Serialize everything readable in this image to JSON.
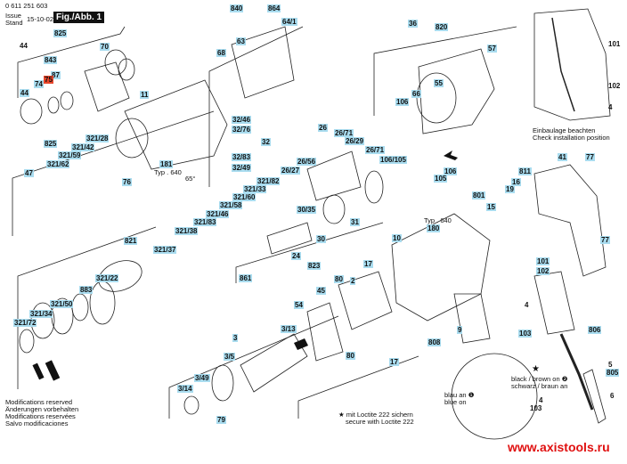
{
  "header": {
    "part_number": "0 611 251 603",
    "issue_label": "Issue",
    "stand_label": "Stand",
    "date": "15-10-02",
    "figure": "Fig./Abb. 1"
  },
  "labels": [
    {
      "text": "825",
      "kind": "blue"
    },
    {
      "text": "843",
      "kind": "blue"
    },
    {
      "text": "70",
      "kind": "blue"
    },
    {
      "text": "44",
      "kind": "plain"
    },
    {
      "text": "87",
      "kind": "blue"
    },
    {
      "text": "75",
      "kind": "red"
    },
    {
      "text": "74",
      "kind": "blue"
    },
    {
      "text": "44",
      "kind": "blue"
    },
    {
      "text": "11",
      "kind": "blue"
    },
    {
      "text": "840",
      "kind": "blue"
    },
    {
      "text": "864",
      "kind": "blue"
    },
    {
      "text": "64/1",
      "kind": "blue"
    },
    {
      "text": "63",
      "kind": "blue"
    },
    {
      "text": "68",
      "kind": "blue"
    },
    {
      "text": "825",
      "kind": "blue"
    },
    {
      "text": "321/28",
      "kind": "blue"
    },
    {
      "text": "321/42",
      "kind": "blue"
    },
    {
      "text": "321/59",
      "kind": "blue"
    },
    {
      "text": "321/62",
      "kind": "blue"
    },
    {
      "text": "47",
      "kind": "blue"
    },
    {
      "text": "181",
      "kind": "blue"
    },
    {
      "text": "Typ . 640",
      "kind": "text"
    },
    {
      "text": "76",
      "kind": "blue"
    },
    {
      "text": "65°",
      "kind": "text"
    },
    {
      "text": "32/46",
      "kind": "blue"
    },
    {
      "text": "32/76",
      "kind": "blue"
    },
    {
      "text": "32",
      "kind": "blue"
    },
    {
      "text": "32/83",
      "kind": "blue"
    },
    {
      "text": "32/49",
      "kind": "blue"
    },
    {
      "text": "26",
      "kind": "blue"
    },
    {
      "text": "26/71",
      "kind": "blue"
    },
    {
      "text": "26/29",
      "kind": "blue"
    },
    {
      "text": "26/71",
      "kind": "blue"
    },
    {
      "text": "26/56",
      "kind": "blue"
    },
    {
      "text": "26/27",
      "kind": "blue"
    },
    {
      "text": "321/82",
      "kind": "blue"
    },
    {
      "text": "321/33",
      "kind": "blue"
    },
    {
      "text": "321/60",
      "kind": "blue"
    },
    {
      "text": "321/58",
      "kind": "blue"
    },
    {
      "text": "321/46",
      "kind": "blue"
    },
    {
      "text": "321/83",
      "kind": "blue"
    },
    {
      "text": "321/38",
      "kind": "blue"
    },
    {
      "text": "30/35",
      "kind": "blue"
    },
    {
      "text": "31",
      "kind": "blue"
    },
    {
      "text": "30",
      "kind": "blue"
    },
    {
      "text": "24",
      "kind": "blue"
    },
    {
      "text": "823",
      "kind": "blue"
    },
    {
      "text": "861",
      "kind": "blue"
    },
    {
      "text": "36",
      "kind": "blue"
    },
    {
      "text": "820",
      "kind": "blue"
    },
    {
      "text": "57",
      "kind": "blue"
    },
    {
      "text": "55",
      "kind": "blue"
    },
    {
      "text": "66",
      "kind": "blue"
    },
    {
      "text": "106",
      "kind": "blue"
    },
    {
      "text": "106/105",
      "kind": "blue"
    },
    {
      "text": "106",
      "kind": "blue"
    },
    {
      "text": "105",
      "kind": "blue"
    },
    {
      "text": "101",
      "kind": "plain"
    },
    {
      "text": "102",
      "kind": "plain"
    },
    {
      "text": "4",
      "kind": "plain"
    },
    {
      "text": "811",
      "kind": "blue"
    },
    {
      "text": "41",
      "kind": "blue"
    },
    {
      "text": "77",
      "kind": "blue"
    },
    {
      "text": "16",
      "kind": "blue"
    },
    {
      "text": "19",
      "kind": "blue"
    },
    {
      "text": "15",
      "kind": "blue"
    },
    {
      "text": "801",
      "kind": "blue"
    },
    {
      "text": "77",
      "kind": "blue"
    },
    {
      "text": "Typ . 640",
      "kind": "text"
    },
    {
      "text": "180",
      "kind": "blue"
    },
    {
      "text": "10",
      "kind": "blue"
    },
    {
      "text": "821",
      "kind": "blue"
    },
    {
      "text": "321/37",
      "kind": "blue"
    },
    {
      "text": "321/22",
      "kind": "blue"
    },
    {
      "text": "883",
      "kind": "blue"
    },
    {
      "text": "321/50",
      "kind": "blue"
    },
    {
      "text": "321/34",
      "kind": "blue"
    },
    {
      "text": "321/72",
      "kind": "blue"
    },
    {
      "text": "17",
      "kind": "blue"
    },
    {
      "text": "80",
      "kind": "blue"
    },
    {
      "text": "2",
      "kind": "blue"
    },
    {
      "text": "45",
      "kind": "blue"
    },
    {
      "text": "54",
      "kind": "blue"
    },
    {
      "text": "3/13",
      "kind": "blue"
    },
    {
      "text": "3",
      "kind": "blue"
    },
    {
      "text": "3/5",
      "kind": "blue"
    },
    {
      "text": "3/49",
      "kind": "blue"
    },
    {
      "text": "3/14",
      "kind": "blue"
    },
    {
      "text": "79",
      "kind": "blue"
    },
    {
      "text": "80",
      "kind": "blue"
    },
    {
      "text": "17",
      "kind": "blue"
    },
    {
      "text": "808",
      "kind": "blue"
    },
    {
      "text": "9",
      "kind": "blue"
    },
    {
      "text": "101",
      "kind": "blue"
    },
    {
      "text": "102",
      "kind": "blue"
    },
    {
      "text": "4",
      "kind": "plain"
    },
    {
      "text": "103",
      "kind": "blue"
    },
    {
      "text": "806",
      "kind": "blue"
    },
    {
      "text": "5",
      "kind": "plain"
    },
    {
      "text": "805",
      "kind": "blue"
    },
    {
      "text": "6",
      "kind": "plain"
    },
    {
      "text": "4",
      "kind": "plain"
    },
    {
      "text": "103",
      "kind": "plain"
    }
  ],
  "notes": {
    "install_de": "Einbaulage beachten",
    "install_en": "Check installation position",
    "mods": [
      "Modifications reserved",
      "Änderungen vorbehalten",
      "Modifications reservées",
      "Salvo modificaciones"
    ],
    "loctite_de": "★ mit Loctite 222 sichern",
    "loctite_en": "secure with Loctite 222",
    "wire_black_en": "black / brown on ❷",
    "wire_black_de": "schwarz / braun an",
    "wire_blue_de": "blau an ❶",
    "wire_blue_en": "blue on",
    "star": "★",
    "website": "www.axistools.ru"
  },
  "colors": {
    "label_bg": "#a9dcef",
    "highlight": "#e8462b",
    "website": "#e01010"
  }
}
